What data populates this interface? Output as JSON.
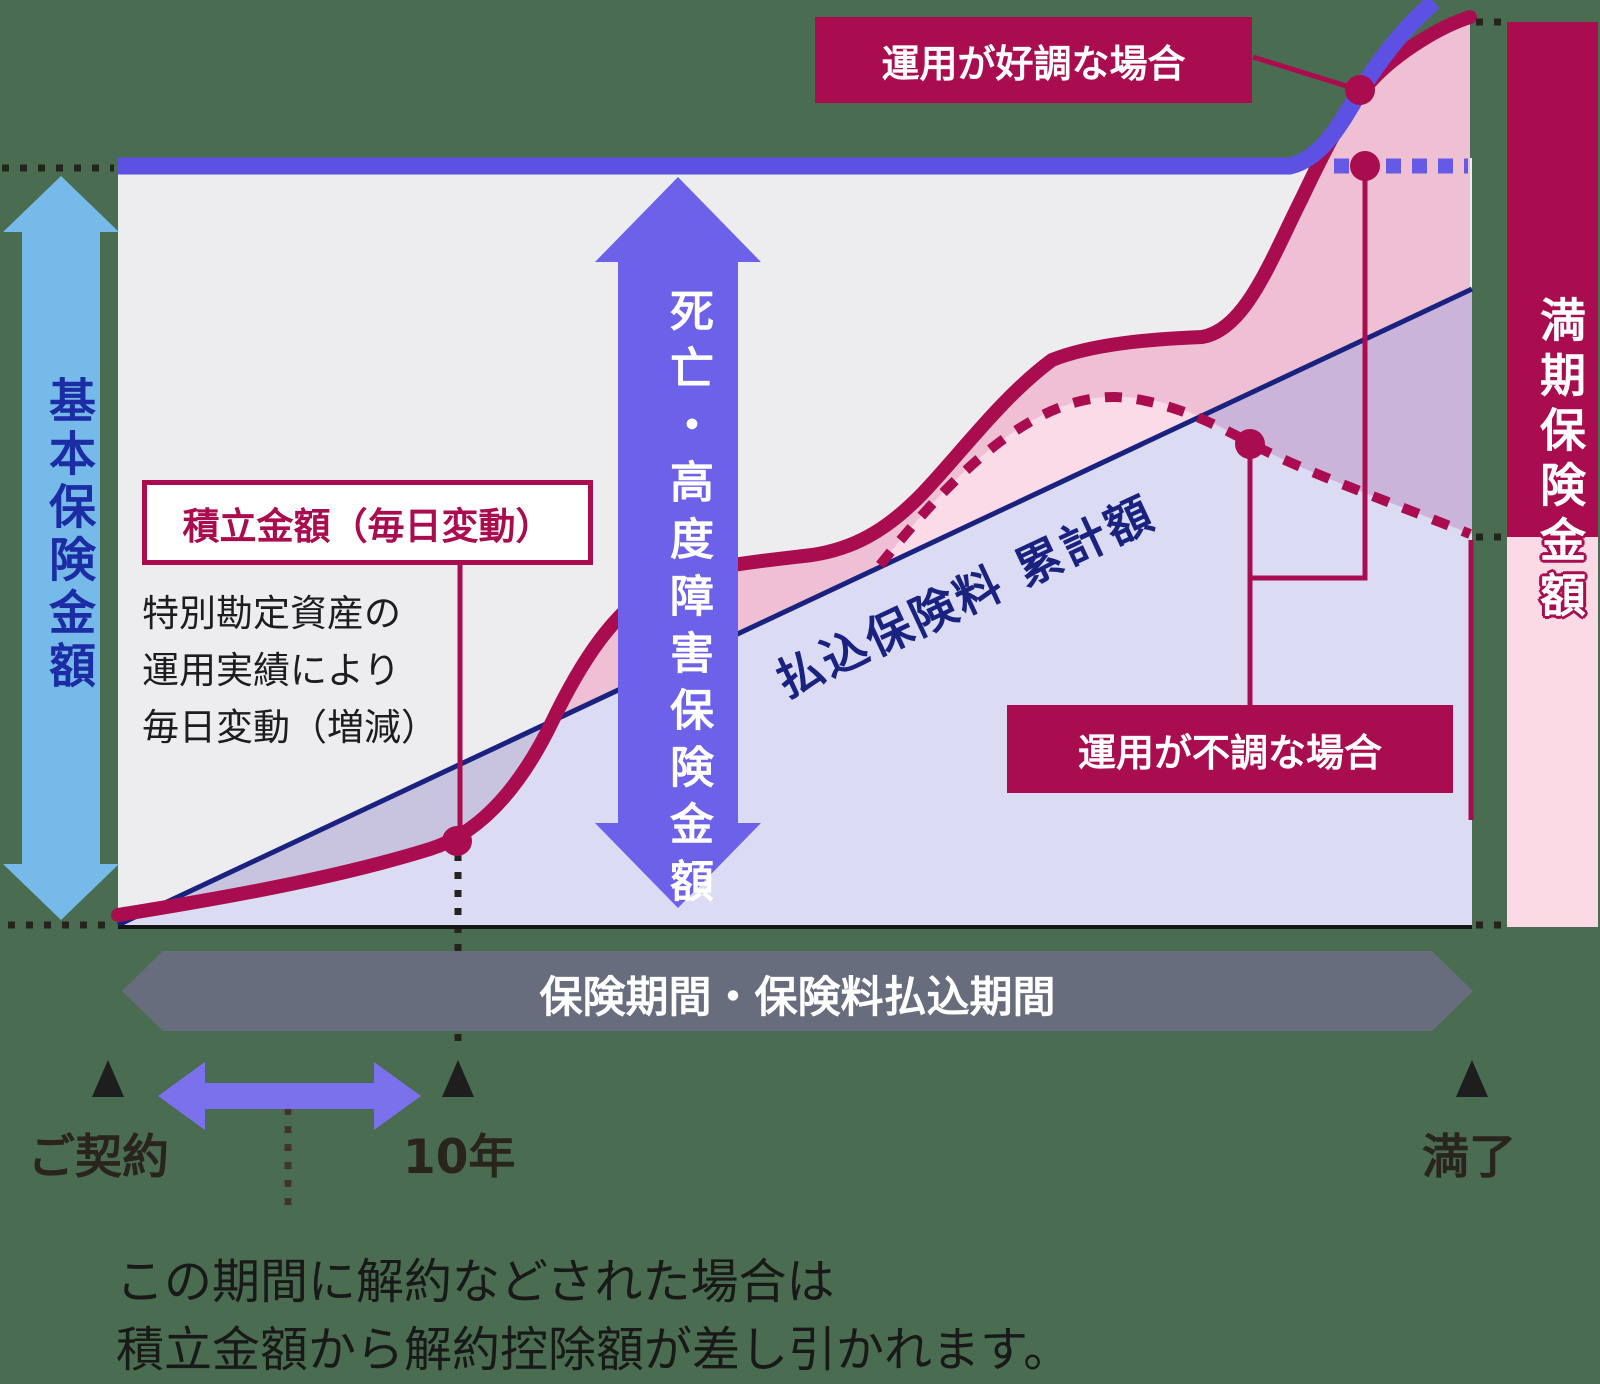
{
  "diagram": {
    "left_axis_label": "基本保険金額",
    "death_benefit_label": "死亡・高度障害保険金額",
    "accumulation_box_title": "積立金額（毎日変動）",
    "accumulation_note_line1": "特別勘定資産の",
    "accumulation_note_line2": "運用実績により",
    "accumulation_note_line3": "毎日変動（増減）",
    "premium_line_label": "払込保険料 累計額",
    "good_case_label": "運用が好調な場合",
    "bad_case_label": "運用が不調な場合",
    "maturity_label": "満期保険金額",
    "period_band_label": "保険期間・保険料払込期間",
    "timeline_start_label": "ご契約",
    "timeline_ten_year_label": "10年",
    "timeline_end_label": "満了",
    "footnote_line1": "この期間に解約などされた場合は",
    "footnote_line2": "積立金額から解約控除額が差し引かれます。"
  },
  "colors": {
    "bg": "#4A6C50",
    "plot_bg": "#EDEDEF",
    "lavender": "#DBDBF4",
    "band_violet": "#C8C3DE",
    "pink": "#EFBFD4",
    "light_pink": "#FBDBE8",
    "purple_blend": "#CBB4DA",
    "maturity_pink": "#FBD9E5",
    "crimson": "#A90D4F",
    "purple": "#5C51E3",
    "arrow_purple": "#6C61E8",
    "double_arrow_purple": "#7B71EC",
    "dotted_blue": "#6559E6",
    "light_blue": "#75BAE8",
    "blue_text": "#1C2CA4",
    "navy": "#1A2280",
    "gray_band": "#686D7E",
    "dark_text": "#1D1D1F",
    "axis_text": "#2A241F"
  }
}
